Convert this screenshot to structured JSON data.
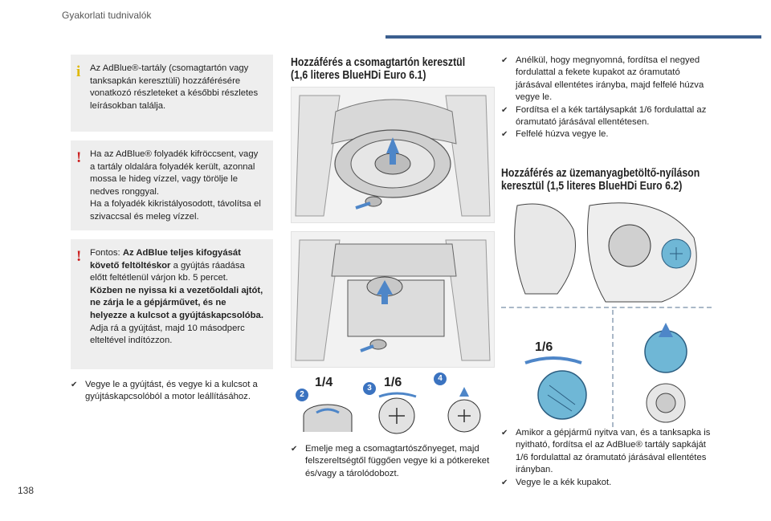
{
  "header": {
    "section_title": "Gyakorlati tudnivalók",
    "accent_color": "#3b5f8f"
  },
  "page_number": "138",
  "left": {
    "info_box": {
      "icon": "info-icon",
      "text": "Az AdBlue®-tartály (csomagtartón vagy tanksapkán keresztüli) hozzáférésére vonatkozó részleteket a későbbi részletes leírásokban találja."
    },
    "warning_box_1": {
      "icon": "warning-exclamation-icon",
      "line1": "Ha az AdBlue® folyadék kifröccsent, vagy a tartály oldalára folyadék került, azonnal mossa le hideg vízzel, vagy törölje le nedves ronggyal.",
      "line2": "Ha a folyadék kikristályosodott, távolítsa el szivaccsal és meleg vízzel."
    },
    "warning_box_2": {
      "icon": "warning-exclamation-icon",
      "prefix": "Fontos: ",
      "bold1": "Az AdBlue teljes kifogyását követő feltöltéskor",
      "mid": " a gyújtás ráadása előtt feltétlenül várjon kb. 5 percet.",
      "bold2": "Közben ne nyissa ki a vezetőoldali ajtót, ne zárja le a gépjárművet, és ne helyezze a kulcsot a gyújtáskapcsolóba.",
      "end": "Adja rá a gyújtást, majd 10 másodperc elteltével indítózzon."
    },
    "bullets": [
      "Vegye le a gyújtást, és vegye ki a kulcsot a gyújtáskapcsolóból a motor leállításához."
    ]
  },
  "middle": {
    "heading_line1": "Hozzáférés a csomagtartón keresztül",
    "heading_line2": "(1,6 literes BlueHDi Euro 6.1)",
    "steps": [
      {
        "number": "2",
        "fraction": "1/4"
      },
      {
        "number": "3",
        "fraction": "1/6"
      },
      {
        "number": "4",
        "fraction": ""
      }
    ],
    "bullets": [
      "Emelje meg a csomagtartószőnyeget, majd felszereltségtől függően vegye ki a pótkereket és/vagy a tárolódobozt."
    ]
  },
  "right": {
    "bullets_top": [
      "Anélkül, hogy megnyomná, fordítsa el negyed fordulattal a fekete kupakot az óramutató járásával ellentétes irányba, majd felfelé húzva vegye le.",
      "Fordítsa el a kék tartálysapkát 1/6 fordulattal az óramutató járásával ellentétesen.",
      "Felfelé húzva vegye le."
    ],
    "heading_line1": "Hozzáférés az üzemanyagbetöltő-nyíláson",
    "heading_line2": "keresztül (1,5 literes BlueHDi Euro 6.2)",
    "fraction": "1/6",
    "bullets_bottom": [
      "Amikor a gépjármű nyitva van, és a tanksapka is nyitható, fordítsa el az AdBlue® tartály sapkáját 1/6 fordulattal az óramutató járásával ellentétes irányban.",
      "Vegye le a kék kupakot."
    ]
  },
  "colors": {
    "box_bg": "#eeeeee",
    "info_yellow": "#e0b800",
    "warning_red": "#cc1f1f",
    "step_blue": "#3b73c0",
    "cap_blue": "#6fb7d6"
  }
}
